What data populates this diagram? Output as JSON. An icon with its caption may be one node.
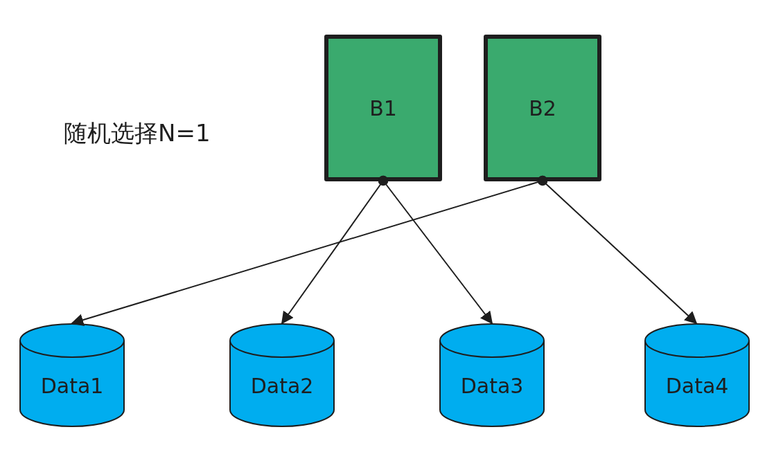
{
  "diagram": {
    "nodes": [
      {
        "text": [
          "B1"
        ]
      },
      {
        "text": [
          "B2"
        ]
      },
      {
        "text": [
          "Data1"
        ]
      },
      {
        "text": [
          "Data2"
        ]
      },
      {
        "text": [
          "Data3"
        ]
      },
      {
        "text": [
          "Data4"
        ]
      }
    ],
    "edges": [
      {
        "from": 0,
        "to": 3,
        "arrow": "to"
      },
      {
        "from": 0,
        "to": 4,
        "arrow": "to"
      },
      {
        "from": 1,
        "to": 2,
        "arrow": "to"
      },
      {
        "from": 1,
        "to": 5,
        "arrow": "to"
      }
    ],
    "labels": [
      "随机选择N=1"
    ]
  }
}
